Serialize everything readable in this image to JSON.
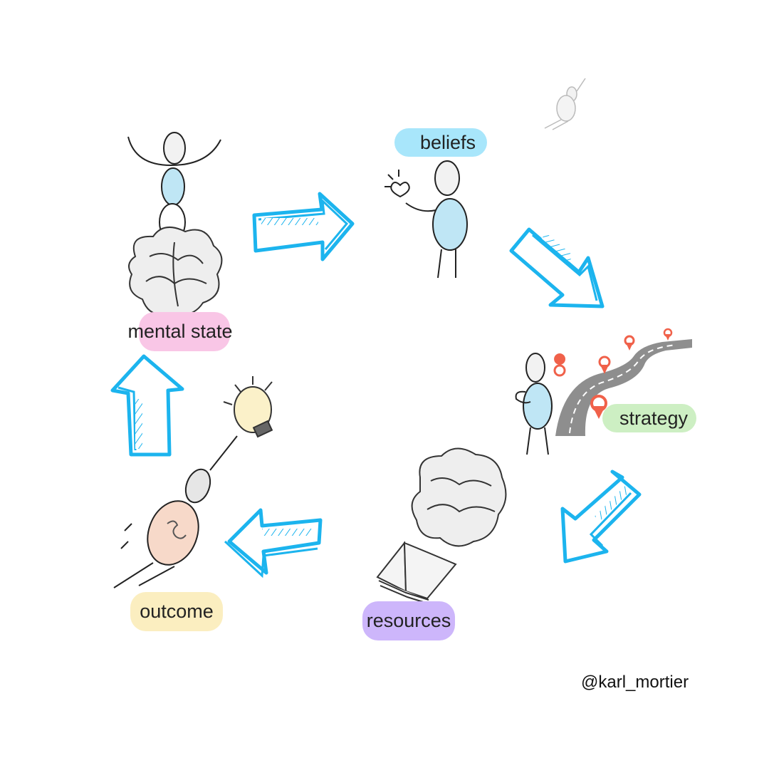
{
  "labels": {
    "mental_state": "mental state",
    "beliefs": "beliefs",
    "strategy": "strategy",
    "resources": "resources",
    "outcome": "outcome"
  },
  "credit": "@karl_mortier",
  "colors": {
    "arrow": "#1cb4ee",
    "mental_state": "#f9c6e6",
    "beliefs": "#a8e6fb",
    "strategy": "#cdefc3",
    "resources": "#cdb6fb",
    "outcome": "#fbeec0",
    "body_tint": "#bfe6f5",
    "pin": "#f0614a",
    "road": "#8e8e8e"
  }
}
